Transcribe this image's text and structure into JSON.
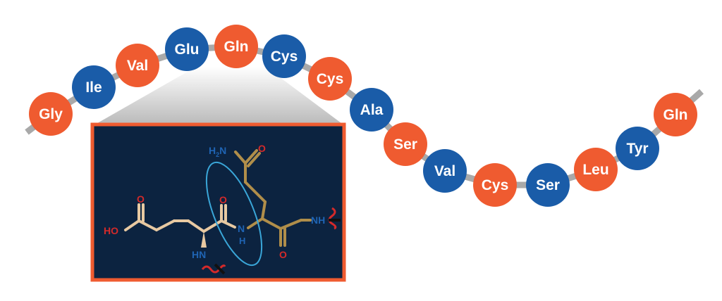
{
  "colors": {
    "orange": "#ef5b30",
    "blue": "#1a5ca8",
    "backbone": "#a9a9a9",
    "panel_bg": "#0c2340",
    "panel_border": "#ef5b30",
    "glu_bond": "#e8c9a2",
    "gln_bond": "#b08e4a",
    "atom_red": "#d42a2a",
    "atom_blue": "#1f64b4",
    "ellipse": "#3aa6d8"
  },
  "chain": [
    {
      "label": "Gly",
      "color": "orange"
    },
    {
      "label": "Ile",
      "color": "blue"
    },
    {
      "label": "Val",
      "color": "orange"
    },
    {
      "label": "Glu",
      "color": "blue"
    },
    {
      "label": "Gln",
      "color": "orange"
    },
    {
      "label": "Cys",
      "color": "blue"
    },
    {
      "label": "Cys",
      "color": "orange"
    },
    {
      "label": "Ala",
      "color": "blue"
    },
    {
      "label": "Ser",
      "color": "orange"
    },
    {
      "label": "Val",
      "color": "blue"
    },
    {
      "label": "Cys",
      "color": "orange"
    },
    {
      "label": "Ser",
      "color": "blue"
    },
    {
      "label": "Leu",
      "color": "orange"
    },
    {
      "label": "Tyr",
      "color": "blue"
    },
    {
      "label": "Gln",
      "color": "orange"
    }
  ],
  "structure": {
    "ho": "HO",
    "o_acid": "O",
    "o_glu_carbonyl": "O",
    "hn": "HN",
    "nh_amide": "N",
    "h_amide": "H",
    "h2n_main": "H",
    "h2n_sub": "2",
    "h2n_n": "N",
    "o_side": "O",
    "o_gln_carbonyl": "O",
    "nh_right": "NH"
  }
}
